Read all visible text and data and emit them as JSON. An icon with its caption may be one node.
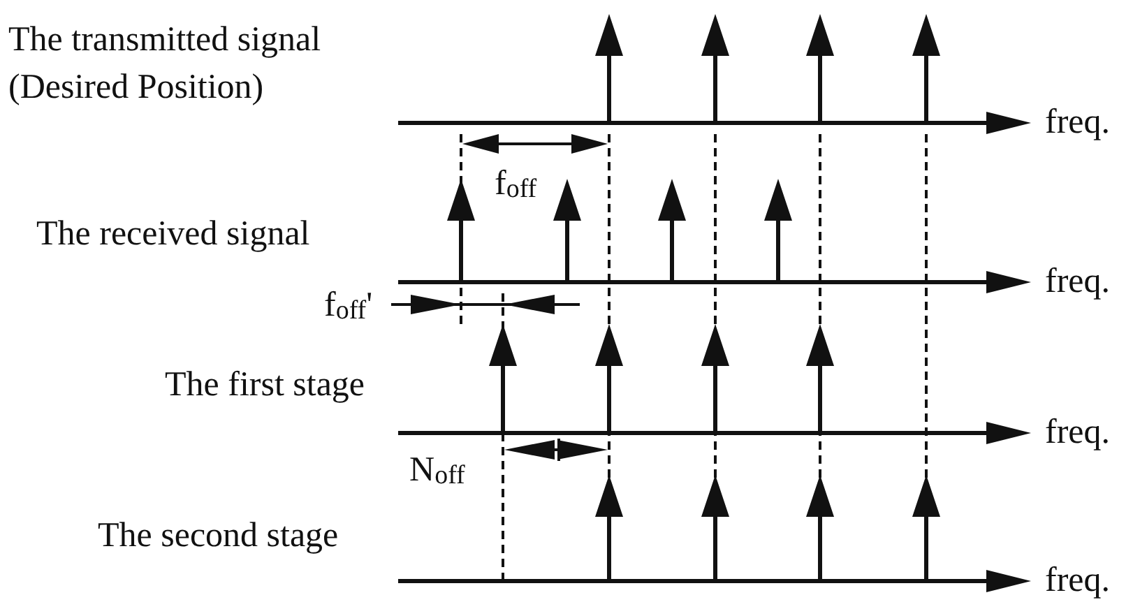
{
  "diagram": {
    "labels": [
      "The transmitted signal (Desired Position)",
      "freq.",
      "f$_{off}$",
      "The received signal",
      "f$_{off}$'",
      "freq.",
      "The first stage",
      "freq.",
      "N$_{off}$",
      "The second stage",
      "freq."
    ]
  }
}
